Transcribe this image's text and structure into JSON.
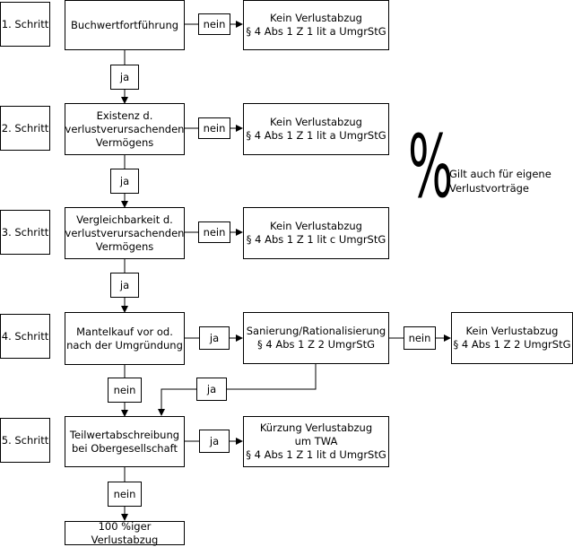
{
  "steps": [
    "1. Schritt",
    "2. Schritt",
    "3. Schritt",
    "4. Schritt",
    "5. Schritt"
  ],
  "main": {
    "b1": [
      "Buchwertfortführung"
    ],
    "b2": [
      "Existenz d.",
      "verlustverursachenden",
      "Vermögens"
    ],
    "b3": [
      "Vergleichbarkeit d.",
      "verlustverursachenden",
      "Vermögens"
    ],
    "b4": [
      "Mantelkauf vor od.",
      "nach der Umgründung"
    ],
    "b5": [
      "Teilwertabschreibung",
      "bei Obergesellschaft"
    ],
    "end": "100 %iger Verlustabzug"
  },
  "results": {
    "r1": [
      "Kein Verlustabzug",
      "§ 4 Abs 1 Z 1 lit a UmgrStG"
    ],
    "r2": [
      "Kein Verlustabzug",
      "§ 4 Abs 1 Z 1 lit a UmgrStG"
    ],
    "r3": [
      "Kein Verlustabzug",
      "§ 4 Abs 1 Z 1 lit c UmgrStG"
    ],
    "r4": [
      "Sanierung/Rationalisierung",
      "§ 4 Abs 1 Z 2 UmgrStG"
    ],
    "r4b": [
      "Kein Verlustabzug",
      "§ 4 Abs 1 Z 2 UmgrStG"
    ],
    "r5": [
      "Kürzung Verlustabzug",
      "um TWA",
      "§ 4 Abs 1 Z 1 lit d UmgrStG"
    ]
  },
  "labels": {
    "nein": "nein",
    "ja": "ja"
  },
  "note": {
    "symbol": "%",
    "lines": [
      "Gilt  auch für eigene",
      "Verlustvorträge"
    ]
  }
}
